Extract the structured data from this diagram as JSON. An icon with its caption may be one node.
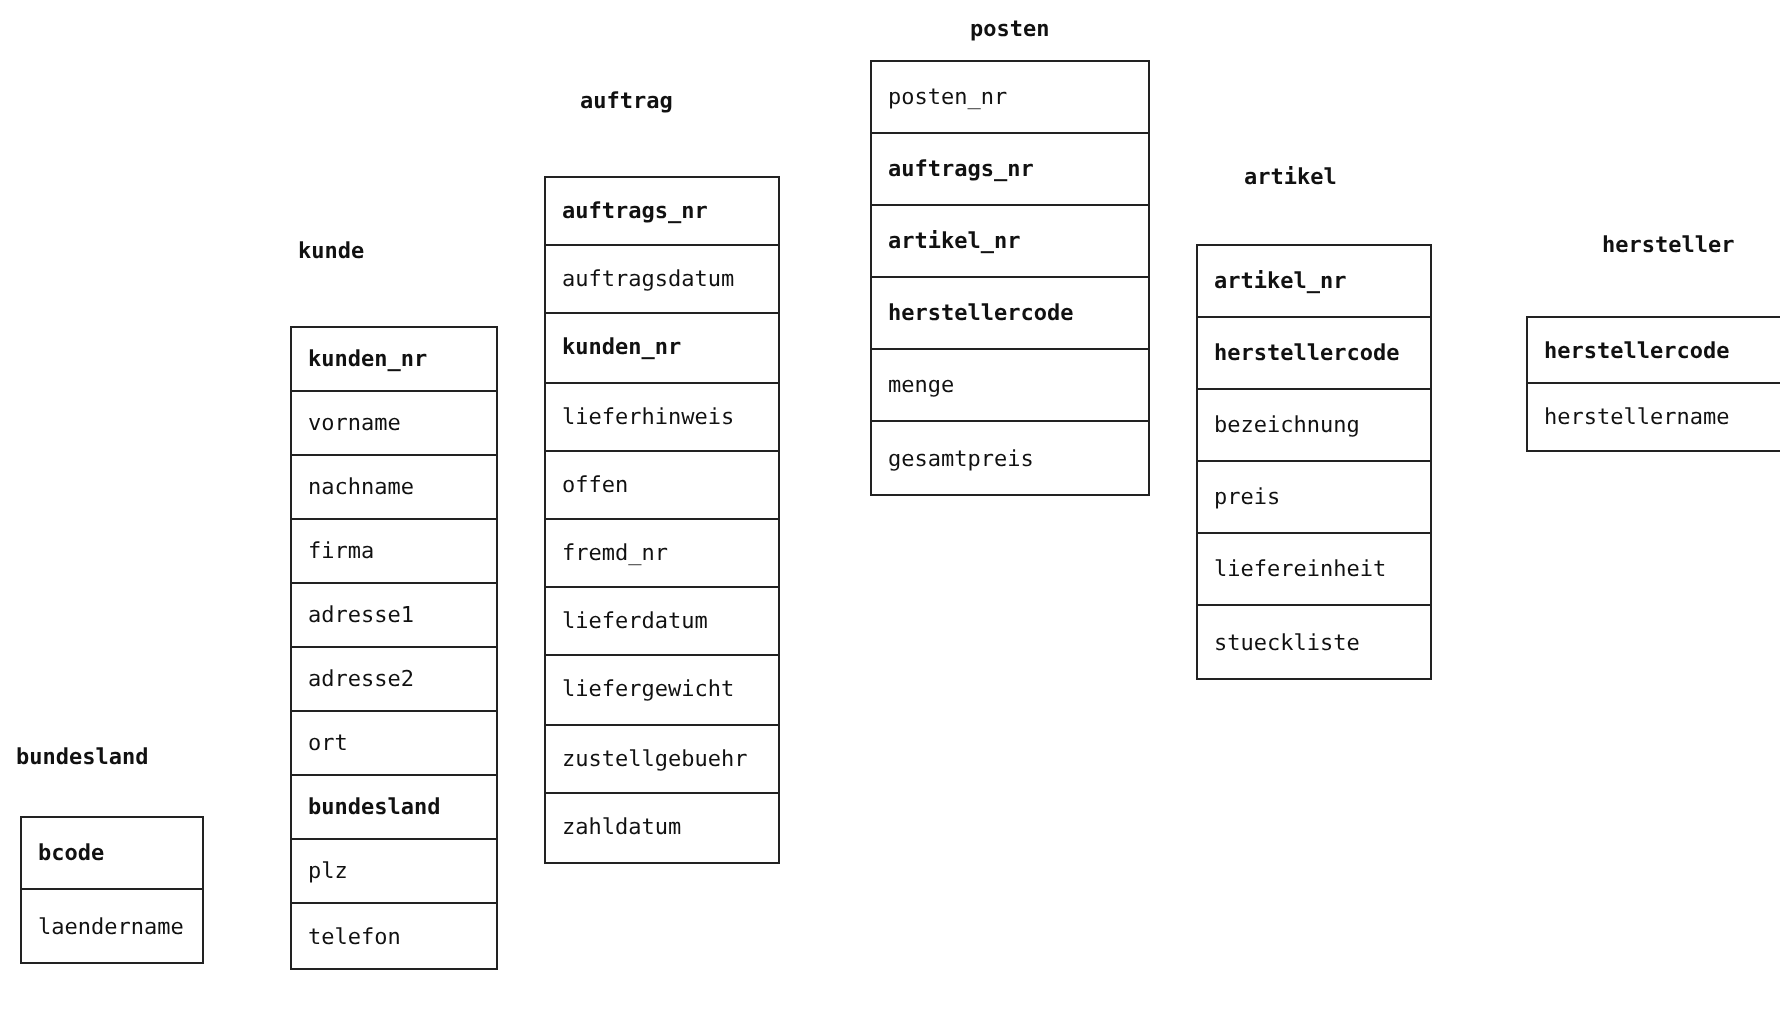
{
  "diagram": {
    "nodes": [
      {
        "text": [
          "bundesland"
        ]
      },
      {
        "text": [
          "bcode"
        ],
        "in": 0
      },
      {
        "text": [
          "laendername"
        ],
        "in": 0
      },
      {
        "text": [
          "kunde"
        ]
      },
      {
        "text": [
          "kunden_nr"
        ],
        "in": 3
      },
      {
        "text": [
          "vorname"
        ],
        "in": 3
      },
      {
        "text": [
          "nachname"
        ],
        "in": 3
      },
      {
        "text": [
          "firma"
        ],
        "in": 3
      },
      {
        "text": [
          "adresse1"
        ],
        "in": 3
      },
      {
        "text": [
          "adresse2"
        ],
        "in": 3
      },
      {
        "text": [
          "ort"
        ],
        "in": 3
      },
      {
        "text": [
          "bundesland"
        ],
        "in": 3
      },
      {
        "text": [
          "plz"
        ],
        "in": 3
      },
      {
        "text": [
          "telefon"
        ],
        "in": 3
      },
      {
        "text": [
          "auftrag"
        ]
      },
      {
        "text": [
          "auftrags_nr"
        ],
        "in": 14
      },
      {
        "text": [
          "auftragsdatum"
        ],
        "in": 14
      },
      {
        "text": [
          "kunden_nr"
        ],
        "in": 14
      },
      {
        "text": [
          "lieferhinweis"
        ],
        "in": 14
      },
      {
        "text": [
          "offen"
        ],
        "in": 14
      },
      {
        "text": [
          "fremd_nr"
        ],
        "in": 14
      },
      {
        "text": [
          "lieferdatum"
        ],
        "in": 14
      },
      {
        "text": [
          "liefergewicht"
        ],
        "in": 14
      },
      {
        "text": [
          "zustellgebuehr"
        ],
        "in": 14
      },
      {
        "text": [
          "zahldatum"
        ],
        "in": 14
      },
      {
        "text": [
          "posten"
        ]
      },
      {
        "text": [
          "posten_nr"
        ],
        "in": 25
      },
      {
        "text": [
          "auftrags_nr"
        ],
        "in": 25
      },
      {
        "text": [
          "artikel_nr"
        ],
        "in": 25
      },
      {
        "text": [
          "herstellercode"
        ],
        "in": 25
      },
      {
        "text": [
          "menge"
        ],
        "in": 25
      },
      {
        "text": [
          "gesamtpreis"
        ],
        "in": 25
      },
      {
        "text": [
          "artikel"
        ]
      },
      {
        "text": [
          "artikel_nr"
        ],
        "in": 32
      },
      {
        "text": [
          "herstellercode"
        ],
        "in": 32
      },
      {
        "text": [
          "bezeichnung"
        ],
        "in": 32
      },
      {
        "text": [
          "preis"
        ],
        "in": 32
      },
      {
        "text": [
          "liefereinheit"
        ],
        "in": 32
      },
      {
        "text": [
          "stueckliste"
        ],
        "in": 32
      },
      {
        "text": [
          "hersteller"
        ]
      },
      {
        "text": [
          "herstellercode"
        ],
        "in": 39
      },
      {
        "text": [
          "herstellername"
        ],
        "in": 39
      }
    ]
  }
}
